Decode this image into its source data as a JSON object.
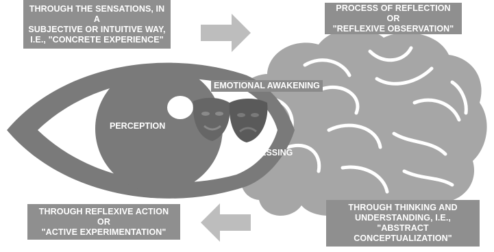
{
  "boxes": {
    "concrete_experience": [
      "THROUGH THE SENSATIONS, IN A",
      "SUBJECTIVE OR INTUITIVE WAY,",
      "I.E., \"CONCRETE EXPERIENCE\""
    ],
    "reflective_observation": [
      "PROCESS OF REFLECTION OR",
      "\"REFLEXIVE OBSERVATION\""
    ],
    "active_experimentation": [
      "THROUGH REFLEXIVE ACTION OR",
      "\"ACTIVE EXPERIMENTATION\""
    ],
    "abstract_conceptualization": [
      "THROUGH THINKING AND",
      "UNDERSTANDING, I.E., \"ABSTRACT",
      "CONCEPTUALIZATION\""
    ]
  },
  "labels": {
    "emotional_awakening": "EMOTIONAL AWAKENING",
    "perception": "PERCEPTION",
    "processing": "PROCESSING"
  },
  "icons": [
    "eye-icon",
    "brain-icon",
    "theater-masks-icon",
    "arrow-right-icon",
    "arrow-left-icon"
  ],
  "colors": {
    "box_fill": "#8f8f8f",
    "eye": "#7a7a7a",
    "brain": "#a6a6a6",
    "arrow": "#bdbdbd",
    "text": "#ffffff"
  }
}
